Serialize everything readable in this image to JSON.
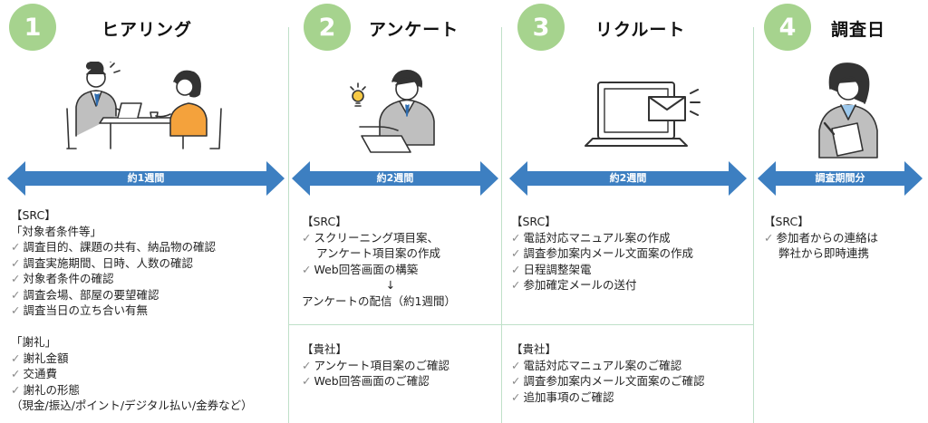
{
  "steps": [
    {
      "num": "1",
      "title": "ヒアリング",
      "duration": "約1週間"
    },
    {
      "num": "2",
      "title": "アンケート",
      "duration": "約2週間"
    },
    {
      "num": "3",
      "title": "リクルート",
      "duration": "約2週間"
    },
    {
      "num": "4",
      "title": "調査日",
      "duration": "調査期間分"
    }
  ],
  "col1": {
    "src_header": "【SRC】",
    "group1_header": "「対象者条件等」",
    "group1_items": [
      "調査目的、課題の共有、納品物の確認",
      "調査実施期間、日時、人数の確認",
      "対象者条件の確認",
      "調査会場、部屋の要望確認",
      "調査当日の立ち合い有無"
    ],
    "group2_header": "「謝礼」",
    "group2_items": [
      "謝礼金額",
      "交通費",
      "謝礼の形態"
    ],
    "group2_note": "（現金/振込/ポイント/デジタル払い/金券など）"
  },
  "col2": {
    "src_header": "【SRC】",
    "src_item1_line1": "スクリーニング項目案、",
    "src_item1_line2": "アンケート項目案の作成",
    "src_item2": "Web回答画面の構築",
    "down_arrow": "↓",
    "delivery": "アンケートの配信（約1週間）",
    "client_header": "【貴社】",
    "client_items": [
      "アンケート項目案のご確認",
      "Web回答画面のご確認"
    ]
  },
  "col3": {
    "src_header": "【SRC】",
    "src_items": [
      "電話対応マニュアル案の作成",
      "調査参加案内メール文面案の作成",
      "日程調整架電",
      "参加確定メールの送付"
    ],
    "client_header": "【貴社】",
    "client_items": [
      "電話対応マニュアル案のご確認",
      "調査参加案内メール文面案のご確認",
      "追加事項のご確認"
    ]
  },
  "col4": {
    "src_header": "【SRC】",
    "src_line1": "参加者からの連絡は",
    "src_line2": "弊社から即時連携"
  },
  "check_mark": "✓",
  "colors": {
    "step_circle": "#a6d38e",
    "arrow": "#3d7fc1",
    "divider": "#bfe0c9"
  }
}
